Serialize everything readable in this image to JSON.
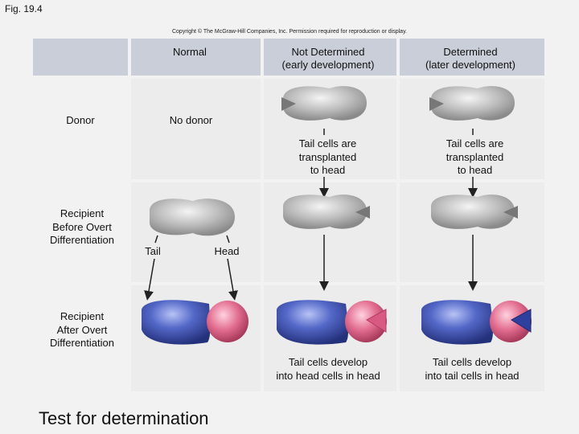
{
  "fig_label": "Fig. 19.4",
  "copyright": "Copyright © The McGraw-Hill Companies, Inc. Permission required for reproduction or display.",
  "columns": {
    "normal": "Normal",
    "not_determined_line1": "Not Determined",
    "not_determined_line2": "(early development)",
    "determined_line1": "Determined",
    "determined_line2": "(later development)"
  },
  "rows": {
    "donor": "Donor",
    "recipient_before_1": "Recipient",
    "recipient_before_2": "Before Overt",
    "recipient_before_3": "Differentiation",
    "recipient_after_1": "Recipient",
    "recipient_after_2": "After Overt",
    "recipient_after_3": "Differentiation"
  },
  "labels": {
    "no_donor": "No donor",
    "transplant_1": "Tail cells are",
    "transplant_2": "transplanted",
    "transplant_3": "to head",
    "tail": "Tail",
    "head": "Head",
    "result_nd_1": "Tail cells develop",
    "result_nd_2": "into head cells in head",
    "result_d_1": "Tail cells develop",
    "result_d_2": "into tail cells in head"
  },
  "caption": "Test for determination",
  "colors": {
    "header_bg": "#c9ced9",
    "cell_bg": "#ececec",
    "embryo_gray": "#b8b8b8",
    "tail_blue": "#4a5fbf",
    "head_pink": "#e06a8c"
  }
}
